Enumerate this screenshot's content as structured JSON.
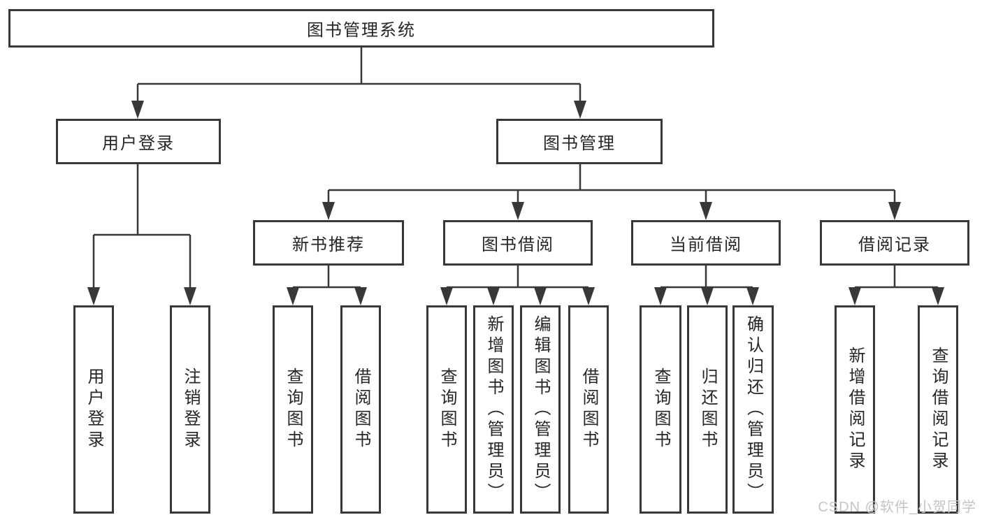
{
  "nodes": {
    "root": "图书管理系统",
    "login_module": "用户登录",
    "book_module": "图书管理",
    "login_user": "用户登录",
    "login_logout": "注销登录",
    "recommend": "新书推荐",
    "borrow": "图书借阅",
    "current": "当前借阅",
    "records": "借阅记录",
    "recommend_query": "查询图书",
    "recommend_borrow": "借阅图书",
    "borrow_query": "查询图书",
    "borrow_add": "新增图书（管理员）",
    "borrow_edit": "编辑图书（管理员）",
    "borrow_borrow": "借阅图书",
    "current_query": "查询图书",
    "current_return": "归还图书",
    "current_confirm": "确认归还（管理员）",
    "records_add": "新增借阅记录",
    "records_query": "查询借阅记录"
  },
  "watermark": "CSDN @软件_小贺同学",
  "colors": {
    "line": "#383838",
    "text": "#262626",
    "watermark": "#c5c5c6",
    "background": "#ffffff"
  }
}
